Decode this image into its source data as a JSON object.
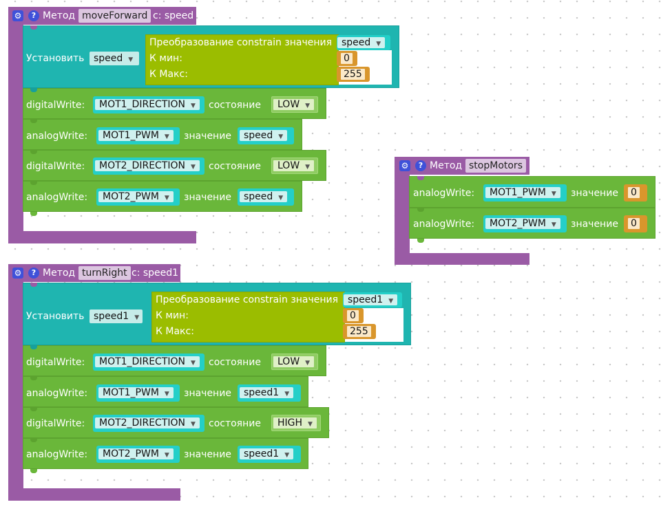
{
  "common": {
    "method_label": "Метод",
    "set_label": "Установить",
    "constrain_label": "Преобразование constrain значения",
    "min_label": "К мин:",
    "max_label": "К Макс:",
    "min_value": "0",
    "max_value": "255",
    "digital_write_label": "digitalWrite:",
    "analog_write_label": "analogWrite:",
    "state_label": "состояние",
    "value_label": "значение",
    "gear_icon": "⚙",
    "help_icon": "?",
    "dropdown_arrow": "▼"
  },
  "move_forward": {
    "name": "moveForward",
    "params": "с: speed",
    "set_var": "speed",
    "constrain_var": "speed",
    "rows": [
      {
        "label": "digitalWrite:",
        "pin": "MOT1_DIRECTION",
        "arg_label": "состояние",
        "arg": "LOW"
      },
      {
        "label": "analogWrite:",
        "pin": "MOT1_PWM",
        "arg_label": "значение",
        "arg": "speed"
      },
      {
        "label": "digitalWrite:",
        "pin": "MOT2_DIRECTION",
        "arg_label": "состояние",
        "arg": "LOW"
      },
      {
        "label": "analogWrite:",
        "pin": "MOT2_PWM",
        "arg_label": "значение",
        "arg": "speed"
      }
    ]
  },
  "stop_motors": {
    "name": "stopMotors",
    "rows": [
      {
        "label": "analogWrite:",
        "pin": "MOT1_PWM",
        "arg_label": "значение",
        "arg": "0"
      },
      {
        "label": "analogWrite:",
        "pin": "MOT2_PWM",
        "arg_label": "значение",
        "arg": "0"
      }
    ]
  },
  "turn_right": {
    "name": "turnRight",
    "params": "с: speed1",
    "set_var": "speed1",
    "constrain_var": "speed1",
    "rows": [
      {
        "label": "digitalWrite:",
        "pin": "MOT1_DIRECTION",
        "arg_label": "состояние",
        "arg": "LOW"
      },
      {
        "label": "analogWrite:",
        "pin": "MOT1_PWM",
        "arg_label": "значение",
        "arg": "speed1"
      },
      {
        "label": "digitalWrite:",
        "pin": "MOT2_DIRECTION",
        "arg_label": "состояние",
        "arg": "HIGH"
      },
      {
        "label": "analogWrite:",
        "pin": "MOT2_PWM",
        "arg_label": "значение",
        "arg": "speed1"
      }
    ]
  },
  "colors": {
    "procedure": "#9a5ba5",
    "variables": "#1fb5b0",
    "math": "#9bbd00",
    "io": "#6ab73a",
    "number": "#d9962c",
    "icon": "#3f51d9"
  }
}
